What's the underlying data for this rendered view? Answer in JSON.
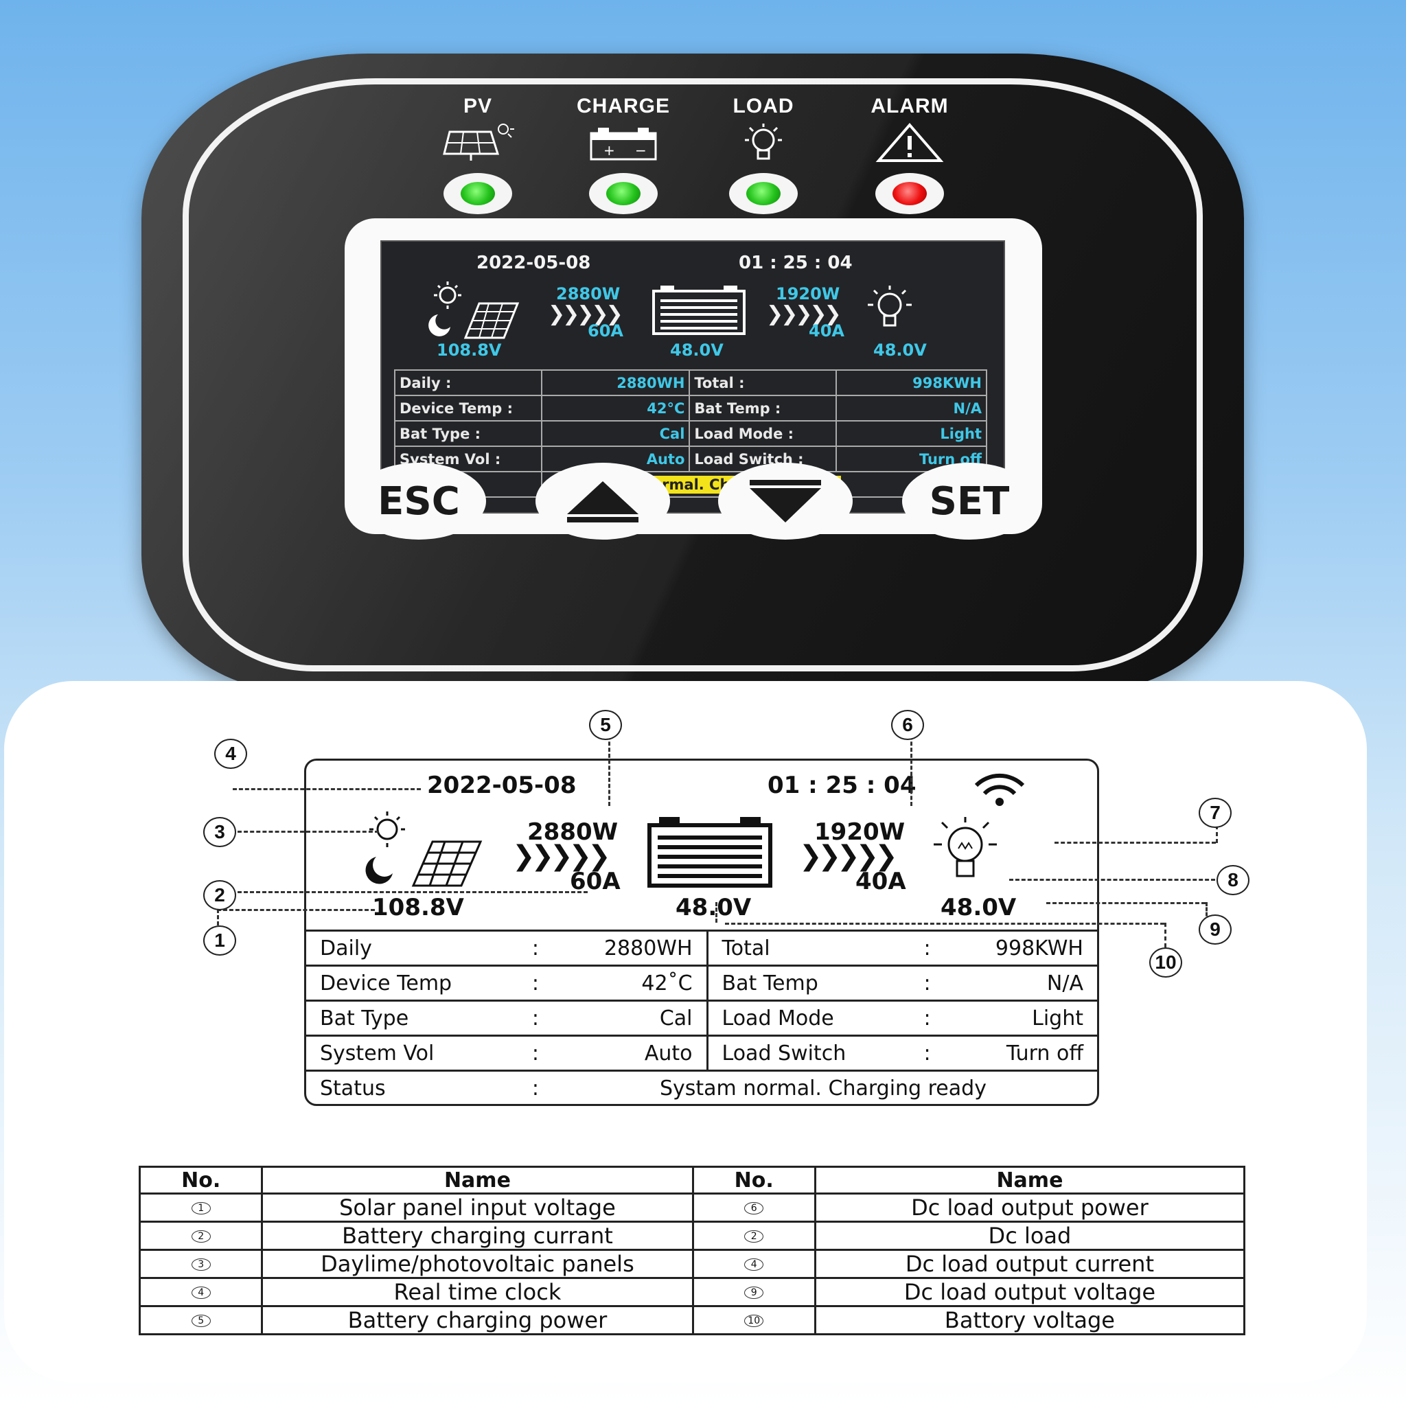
{
  "indicators": [
    {
      "label": "PV",
      "icon": "solar-panel-icon",
      "led_color": "#22c01b"
    },
    {
      "label": "CHARGE",
      "icon": "battery-icon",
      "led_color": "#22c01b"
    },
    {
      "label": "LOAD",
      "icon": "bulb-icon",
      "led_color": "#22c01b"
    },
    {
      "label": "ALARM",
      "icon": "warning-icon",
      "led_color": "#ee1010"
    }
  ],
  "lcd": {
    "date": "2022-05-08",
    "time": "01 : 25 : 04",
    "pv_voltage": "108.8V",
    "charge_power": "2880W",
    "charge_current": "60A",
    "battery_voltage": "48.0V",
    "load_power": "1920W",
    "load_current": "40A",
    "load_voltage": "48.0V",
    "rows": [
      {
        "lk": "Daily",
        "lv": "2880WH",
        "rk": "Total",
        "rv": "998KWH"
      },
      {
        "lk": "Device Temp",
        "lv": "42°C",
        "rk": "Bat Temp",
        "rv": "N/A"
      },
      {
        "lk": "Bat Type",
        "lv": "Cal",
        "rk": "Load Mode",
        "rv": "Light"
      },
      {
        "lk": "System Vol",
        "lv": "Auto",
        "rk": "Load Switch",
        "rv": "Turn off"
      }
    ],
    "status_key": "Status",
    "status_value": "System normal. Charging ready"
  },
  "buttons": {
    "esc": "ESC",
    "up": "up-arrow-icon",
    "down": "down-arrow-icon",
    "set": "SET"
  },
  "diagram": {
    "date": "2022-05-08",
    "time": "01 : 25 : 04",
    "charge_power": "2880W",
    "charge_current": "60A",
    "load_power": "1920W",
    "load_current": "40A",
    "pv_voltage": "108.8V",
    "battery_voltage": "48.0V",
    "load_voltage": "48.0V",
    "rows": [
      {
        "lk": "Daily",
        "lv": "2880WH",
        "rk": "Total",
        "rv": "998KWH"
      },
      {
        "lk": "Device Temp",
        "lv": "42˚C",
        "rk": "Bat Temp",
        "rv": "N/A"
      },
      {
        "lk": "Bat Type",
        "lv": "Cal",
        "rk": "Load Mode",
        "rv": "Light"
      },
      {
        "lk": "System Vol",
        "lv": "Auto",
        "rk": "Load Switch",
        "rv": "Turn off"
      }
    ],
    "status_key": "Status",
    "status_value": "Systam normal. Charging ready",
    "callouts": [
      "1",
      "2",
      "3",
      "4",
      "5",
      "6",
      "7",
      "8",
      "9",
      "10"
    ]
  },
  "legend": {
    "headers": [
      "No.",
      "Name",
      "No.",
      "Name"
    ],
    "rows": [
      {
        "n1": "1",
        "name1": "Solar panel input voltage",
        "n2": "6",
        "name2": "Dc load output power"
      },
      {
        "n1": "2",
        "name1": "Battery charging currant",
        "n2": "2",
        "name2": "Dc load"
      },
      {
        "n1": "3",
        "name1": "Daylime/photovoltaic panels",
        "n2": "4",
        "name2": "Dc load output current"
      },
      {
        "n1": "4",
        "name1": "Real time clock",
        "n2": "9",
        "name2": "Dc load output voltage"
      },
      {
        "n1": "5",
        "name1": "Battery charging power",
        "n2": "10",
        "name2": "Battory voltage"
      }
    ]
  }
}
